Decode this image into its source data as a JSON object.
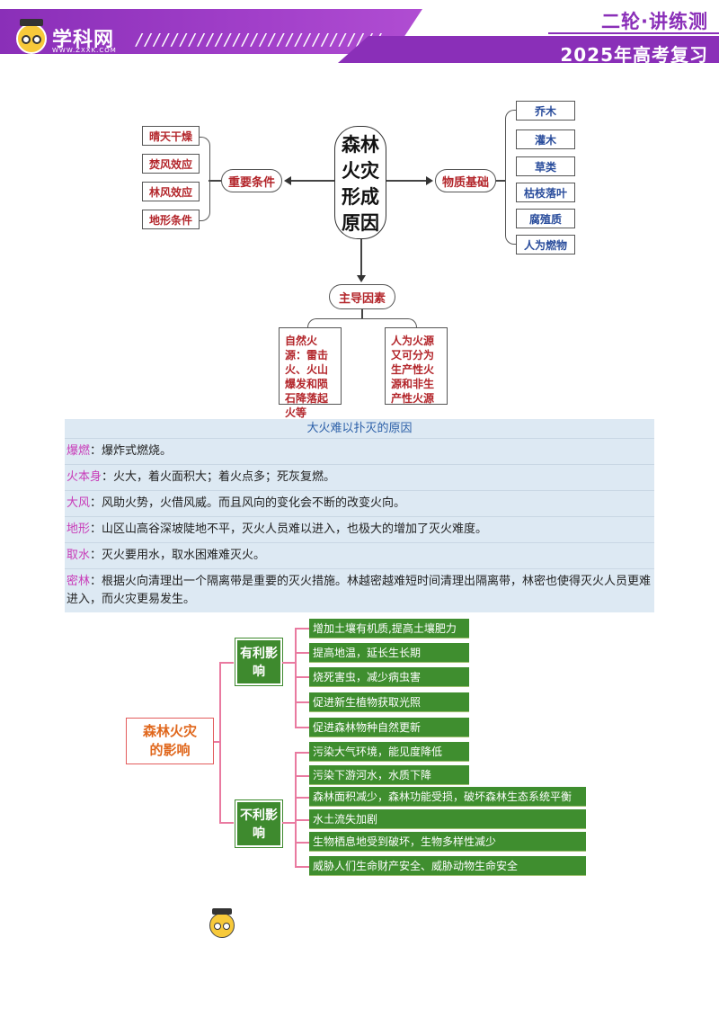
{
  "header": {
    "logo_text": "学科网",
    "logo_url": "WWW.ZXXK.COM",
    "slashes": "////////////////////////////",
    "title": "二轮·讲练测",
    "subtitle": "2025年高考复习"
  },
  "diagram1": {
    "center": [
      "森林",
      "火灾",
      "形成",
      "原因"
    ],
    "left_label": "重要条件",
    "left_items": [
      "晴天干燥",
      "焚风效应",
      "林风效应",
      "地形条件"
    ],
    "right_label": "物质基础",
    "right_items": [
      "乔木",
      "灌木",
      "草类",
      "枯枝落叶",
      "腐殖质",
      "人为燃物"
    ],
    "bottom_label": "主导因素",
    "bottom_left": "自然火源：雷击火、火山爆发和陨石降落起火等",
    "bottom_right": "人为火源又可分为生产性火源和非生产性火源"
  },
  "table": {
    "title": "大火难以扑灭的原因",
    "rows": [
      {
        "term": "爆燃",
        "text": "：爆炸式燃烧。"
      },
      {
        "term": "火本身",
        "text": "：火大，着火面积大；着火点多；死灰复燃。"
      },
      {
        "term": "大风",
        "text": "：风助火势，火借风威。而且风向的变化会不断的改变火向。"
      },
      {
        "term": "地形",
        "text": "：山区山高谷深坡陡地不平，灭火人员难以进入，也极大的增加了灭火难度。"
      },
      {
        "term": "取水",
        "text": "：灭火要用水，取水困难难灭火。"
      },
      {
        "term": "密林",
        "text": "：根据火向清理出一个隔离带是重要的灭火措施。林越密越难短时间清理出隔离带，林密也使得灭火人员更难进入，而火灾更易发生。"
      }
    ]
  },
  "diagram2": {
    "main": [
      "森林火灾",
      "的影响"
    ],
    "favorable_label": [
      "有利影",
      "响"
    ],
    "favorable_items": [
      "增加土壤有机质,提高土壤肥力",
      "提高地温，延长生长期",
      "烧死害虫，减少病虫害",
      "促进新生植物获取光照",
      "促进森林物种自然更新"
    ],
    "unfavorable_label": [
      "不利影",
      "响"
    ],
    "unfavorable_items": [
      "污染大气环境，能见度降低",
      "污染下游河水，水质下降",
      "森林面积减少，森林功能受损，破坏森林生态系统平衡",
      "水土流失加剧",
      "生物栖息地受到破坏，生物多样性减少",
      "威胁人们生命财产安全、威胁动物生命安全"
    ]
  },
  "icons": [
    "logo-mascot-icon",
    "mascot-icon"
  ]
}
